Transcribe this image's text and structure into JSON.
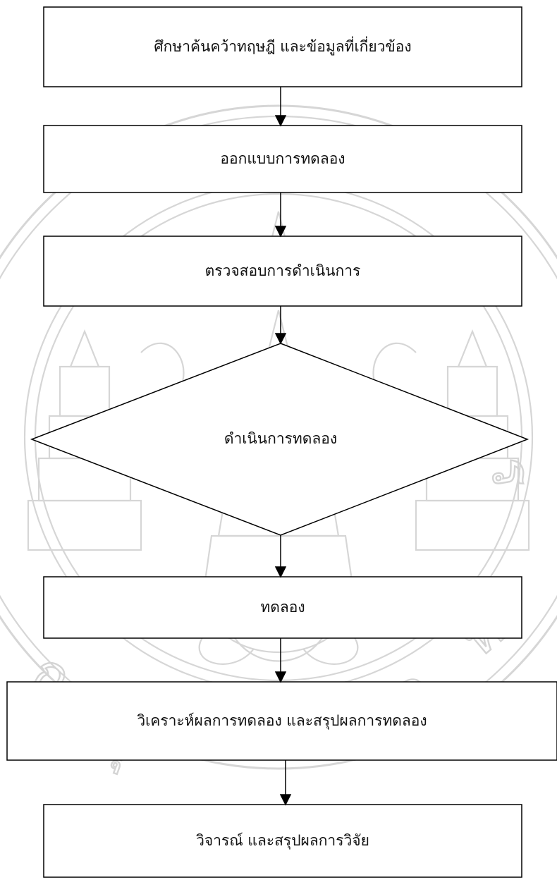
{
  "flowchart": {
    "steps": [
      {
        "id": "s1",
        "shape": "rect",
        "label": "ศึกษาค้นคว้าทฤษฎี และข้อมูลที่เกี่ยวข้อง"
      },
      {
        "id": "s2",
        "shape": "rect",
        "label": "ออกแบบการทดลอง"
      },
      {
        "id": "s3",
        "shape": "rect",
        "label": "ตรวจสอบการดำเนินการ"
      },
      {
        "id": "s4",
        "shape": "diamond",
        "label": "ดำเนินการทดลอง"
      },
      {
        "id": "s5",
        "shape": "rect",
        "label": "ทดลอง"
      },
      {
        "id": "s6",
        "shape": "rect",
        "label": "วิเคราะห์ผลการทดลอง และสรุปผลการทดลอง"
      },
      {
        "id": "s7",
        "shape": "rect",
        "label": "วิจารณ์ และสรุปผลการวิจัย"
      }
    ],
    "connections": [
      {
        "from": "s1",
        "to": "s2"
      },
      {
        "from": "s2",
        "to": "s3"
      },
      {
        "from": "s3",
        "to": "s4"
      },
      {
        "from": "s4",
        "to": "s5"
      },
      {
        "from": "s5",
        "to": "s6"
      },
      {
        "from": "s6",
        "to": "s7"
      }
    ]
  },
  "colors": {
    "line": "#000000",
    "watermark": "#d4d4d4",
    "background": "#ffffff"
  }
}
